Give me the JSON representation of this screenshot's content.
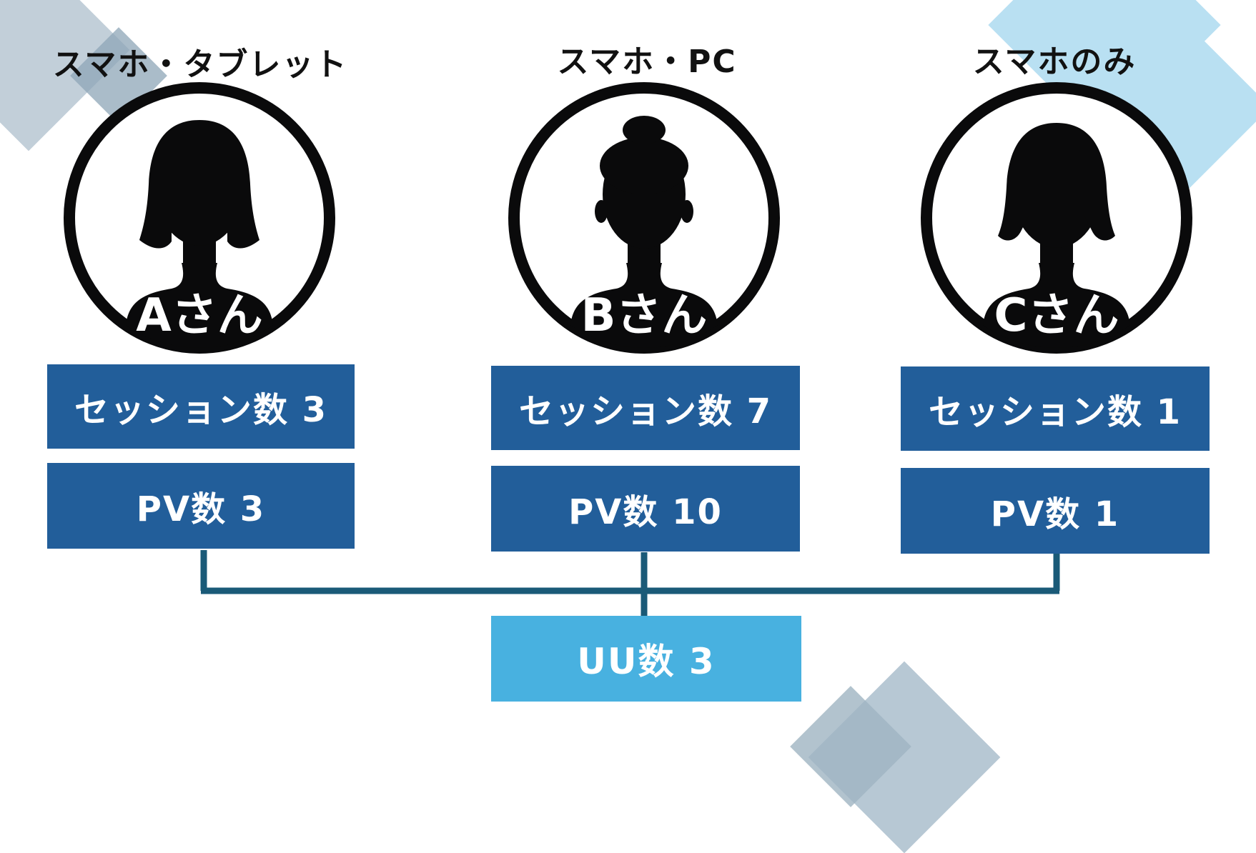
{
  "colors": {
    "box_blue": "#225e9a",
    "uu_blue": "#48b1e0",
    "connector": "#1a5a78",
    "deco_gray": "#aebecb",
    "deco_light": "#b4dcef"
  },
  "users": [
    {
      "device": "スマホ・タブレット",
      "name": "Aさん",
      "session_label": "セッション数 3",
      "pv_label": "PV数 3",
      "icon": "woman-bob-silhouette-icon"
    },
    {
      "device": "スマホ・PC",
      "name": "Bさん",
      "session_label": "セッション数 7",
      "pv_label": "PV数 10",
      "icon": "woman-bun-silhouette-icon"
    },
    {
      "device": "スマホのみ",
      "name": "Cさん",
      "session_label": "セッション数 1",
      "pv_label": "PV数 1",
      "icon": "woman-short-hair-silhouette-icon"
    }
  ],
  "total": {
    "uu_label": "UU数 3"
  }
}
